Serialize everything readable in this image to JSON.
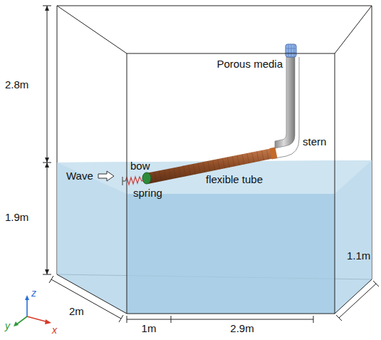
{
  "diagram": {
    "labels": [
      "2.8m",
      "Porous media",
      "stern",
      "bow",
      "Wave",
      "flexible tube",
      "spring",
      "1.9m",
      "1.1m",
      "2.9m",
      "2m",
      "1m",
      "z",
      "y",
      "x"
    ]
  }
}
